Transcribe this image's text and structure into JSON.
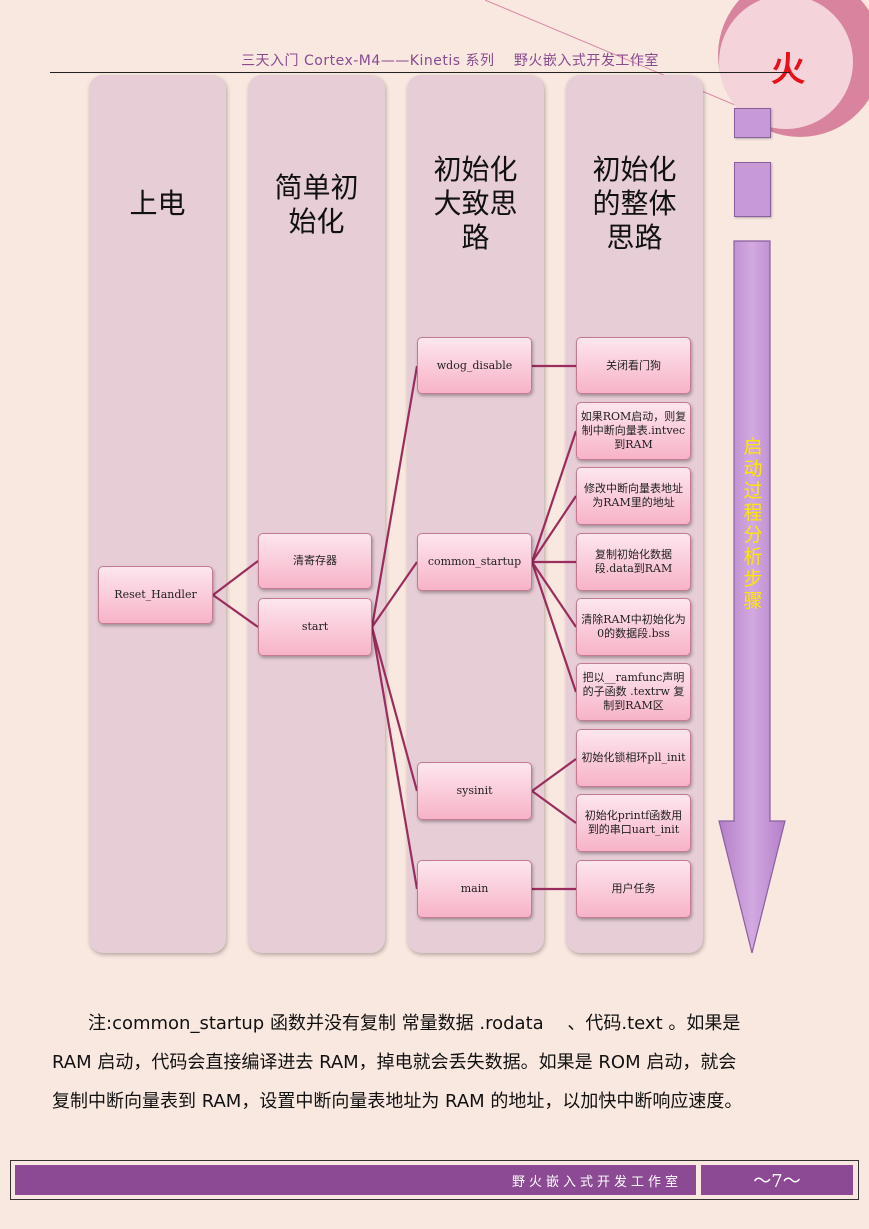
{
  "header": {
    "text": "三天入门 Cortex-M4——Kinetis 系列　 野火嵌入式开发工作室",
    "logo_char": "火"
  },
  "columns": [
    "上电",
    "简单初\n始化",
    "初始化\n大致思\n路",
    "初始化\n的整体\n思路"
  ],
  "nodes": {
    "reset_handler": "Reset_Handler",
    "clear_registers": "清寄存器",
    "start": "start",
    "wdog_disable": "wdog_disable",
    "common_startup": "common_startup",
    "sysinit": "sysinit",
    "main": "main"
  },
  "steps": [
    "关闭看门狗",
    "如果ROM启动，则复制中断向量表.intvec到RAM",
    "修改中断向量表地址为RAM里的地址",
    "复制初始化数据段.data到RAM",
    "清除RAM中初始化为0的数据段.bss",
    "把以__ramfunc声明的子函数 .textrw 复制到RAM区",
    "初始化锁相环pll_init",
    "初始化printf函数用到的串口uart_init",
    "用户任务"
  ],
  "arrow_label": "启动过程分析步骤",
  "note_lines": [
    "　　注:common_startup 函数并没有复制 常量数据 .rodata 　、代码.text 。如果是",
    "RAM 启动，代码会直接编译进去 RAM，掉电就会丢失数据。如果是 ROM 启动，就会",
    "复制中断向量表到 RAM，设置中断向量表地址为 RAM 的地址，以加快中断响应速度。"
  ],
  "footer": {
    "studio": "野火嵌入式开发工作室",
    "page": "～7～"
  },
  "colors": {
    "page_bg": "#f9e8e0",
    "column_bg": "#e6cdd6",
    "connector": "#9b2d5e",
    "arrow_fill": "#c99ad9",
    "footer_bg": "#8b4a93",
    "logo_text": "#e8101a"
  }
}
